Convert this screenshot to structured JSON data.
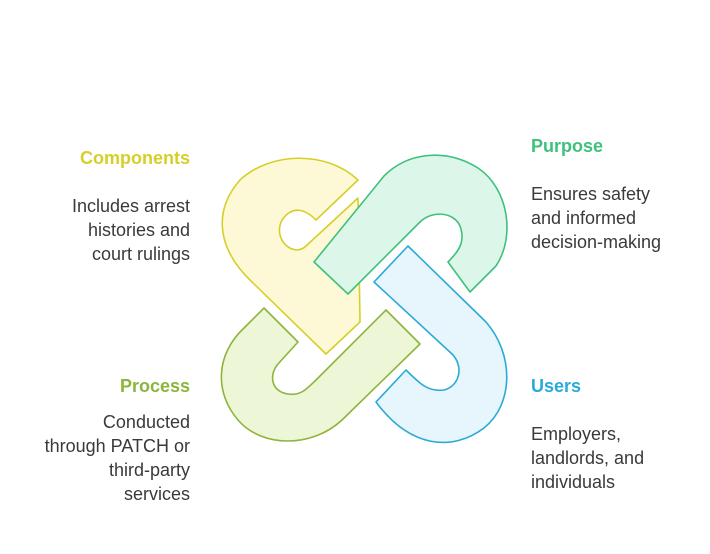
{
  "components": {
    "title": "Components",
    "lines": [
      "Includes arrest",
      "histories and",
      "court rulings"
    ],
    "color": "#d6cf2a"
  },
  "purpose": {
    "title": "Purpose",
    "lines": [
      "Ensures safety",
      "and informed",
      "decision-making"
    ],
    "color": "#3fc07c"
  },
  "process": {
    "title": "Process",
    "lines": [
      "Conducted",
      "through PATCH or",
      "third-party",
      "services"
    ],
    "color": "#8db53b"
  },
  "users": {
    "title": "Users",
    "lines": [
      "Employers,",
      "landlords, and",
      "individuals"
    ],
    "color": "#2aaad6"
  }
}
